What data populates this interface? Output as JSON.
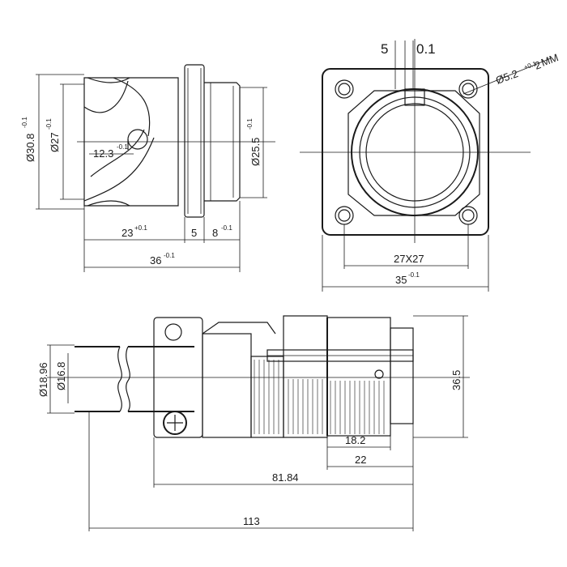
{
  "front_view": {
    "dia_outer": "Ø30.8",
    "dia_outer_tol": "-0.1",
    "dia_thread": "Ø27",
    "dia_thread_tol": "-0.1",
    "dia_inner": "Ø25.5",
    "dia_inner_tol": "-0.1",
    "notch": "12.3",
    "notch_tol": "-0.1",
    "len_body": "23",
    "len_body_tol": "+0.1",
    "len_flange": "5",
    "len_rear": "8",
    "len_rear_tol": "-0.1",
    "len_total": "36",
    "len_total_tol": "-0.1"
  },
  "flange_view": {
    "slot_width": "5",
    "slot_tol": "0.1",
    "hole_dia": "Ø5.2",
    "hole_tol": "+0.1",
    "hole_count": "2",
    "hole_unit": "MM",
    "pitch": "27X27",
    "width": "35",
    "width_tol": "-0.1"
  },
  "side_view": {
    "cable_outer": "Ø18.96",
    "cable_inner": "Ø16.8",
    "height": "36.5",
    "nut_len": "18.2",
    "plug_len": "22",
    "len_mid": "81.84",
    "len_total": "113"
  }
}
